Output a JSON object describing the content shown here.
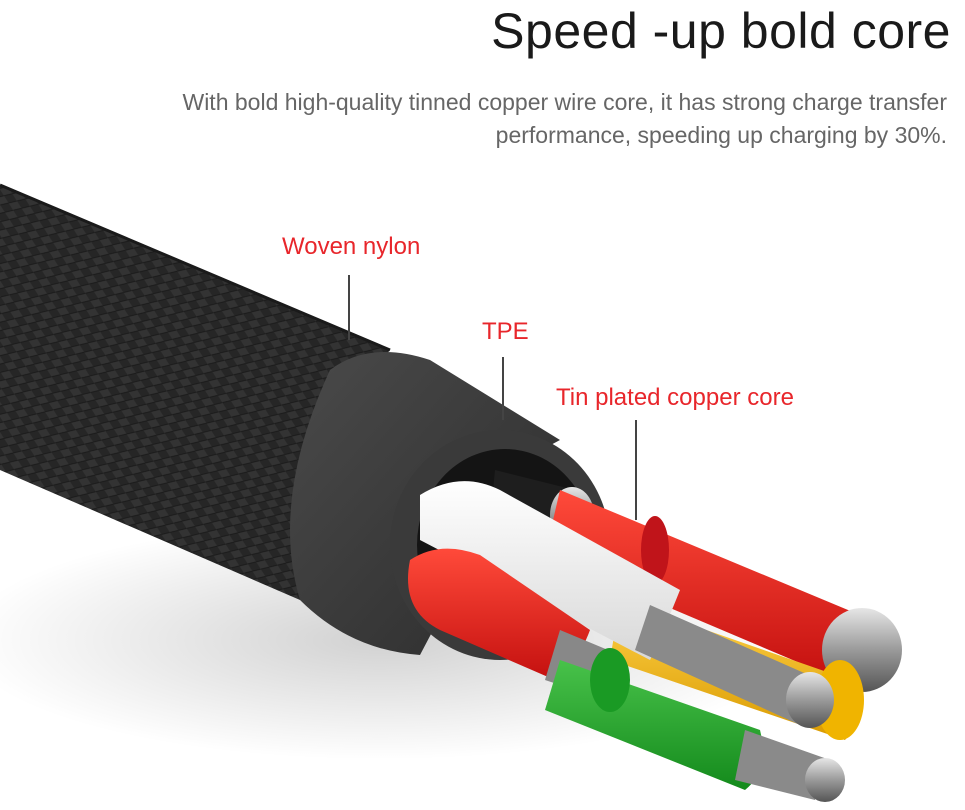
{
  "header": {
    "title": "Speed -up bold core",
    "description": "With bold high-quality tinned copper wire core, it has strong charge transfer performance, speeding up charging by 30%."
  },
  "callouts": {
    "woven_nylon": "Woven nylon",
    "tpe": "TPE",
    "tin_core": "Tin plated copper core"
  },
  "colors": {
    "callout": "#e8262b",
    "title": "#1a1a1a",
    "description": "#666666",
    "braid": "#2a2a2a",
    "jacket": "#3a3a3a",
    "wire_red": "#e5191c",
    "wire_white": "#f2f2f2",
    "wire_yellow": "#f2b90f",
    "wire_green": "#1fa12a",
    "copper": "#9a9a9a"
  }
}
